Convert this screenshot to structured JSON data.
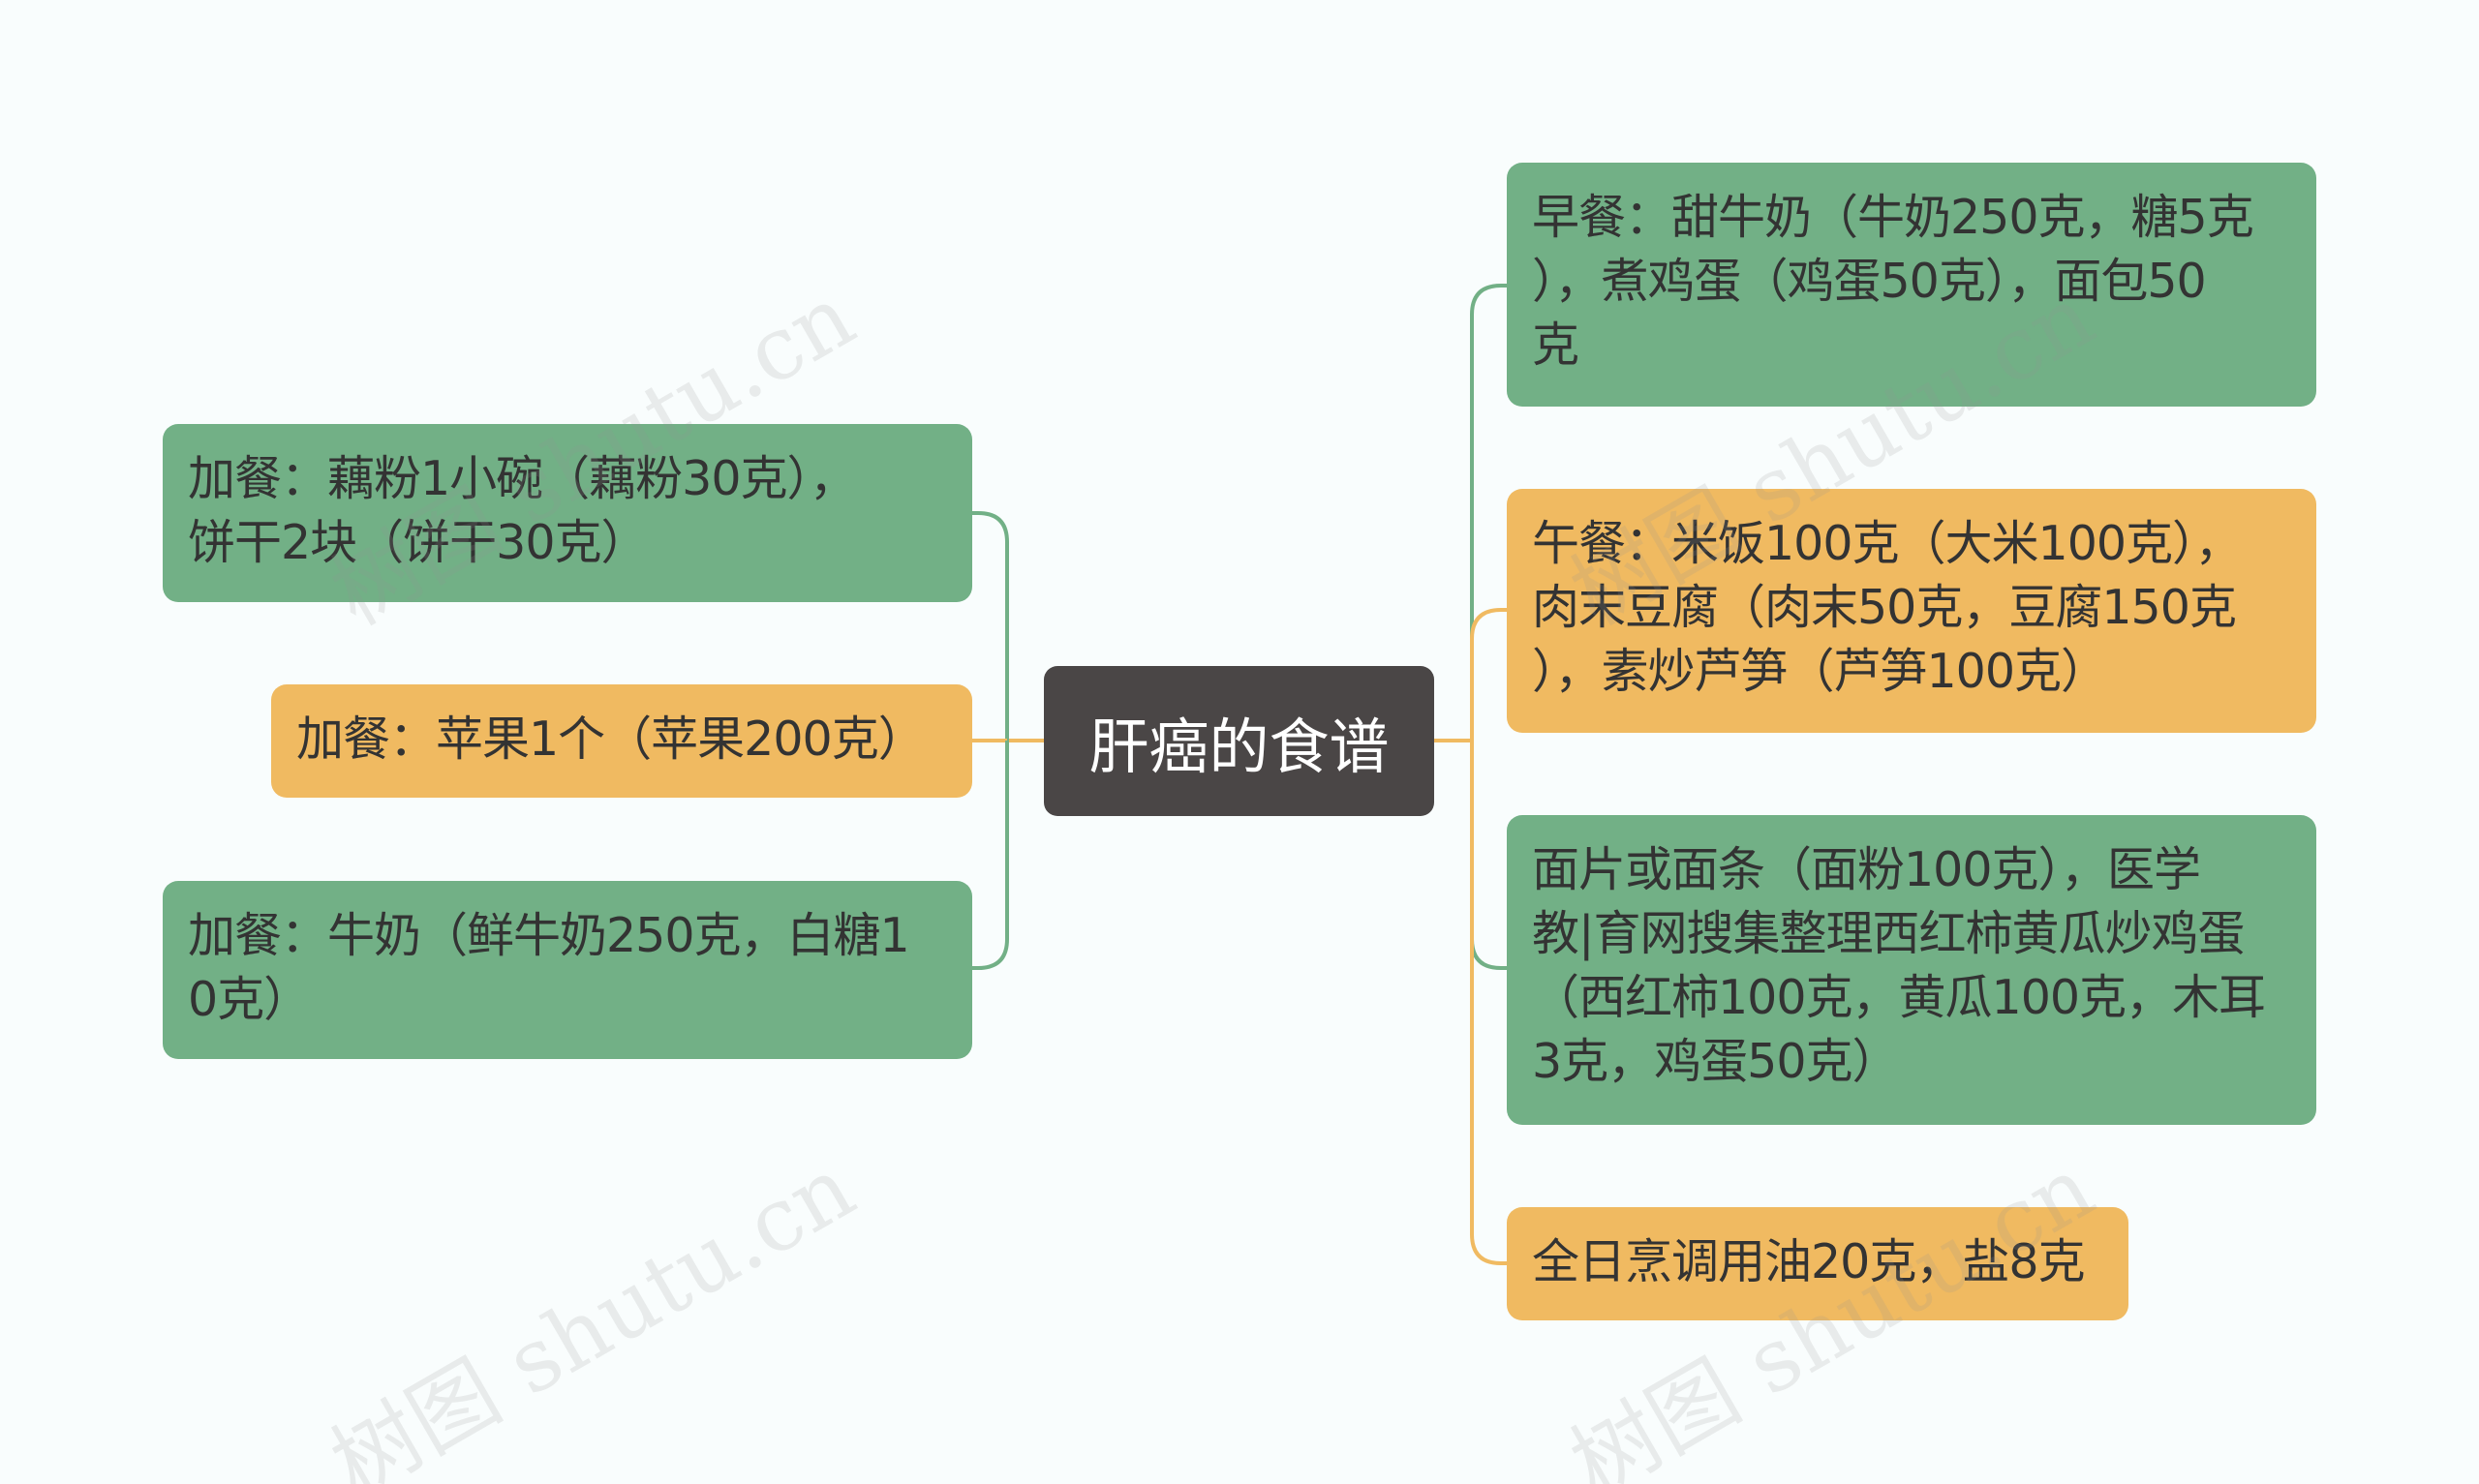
{
  "center_label": "肝癌的食谱",
  "colors": {
    "green": "#72b086",
    "orange": "#f0ba61",
    "center": "#4a4646",
    "link_green": "#72b086",
    "link_orange": "#f0ba61"
  },
  "left_nodes": [
    {
      "text": "加餐：藕粉1小碗（藕粉30克），\n饼干2块（饼干30克）",
      "color": "green"
    },
    {
      "text": "加餐：苹果1个（苹果200克）",
      "color": "orange"
    },
    {
      "text": "加餐：牛奶（鲜牛奶250克，白糖1\n0克）",
      "color": "green"
    }
  ],
  "right_nodes": [
    {
      "text": "早餐：甜牛奶（牛奶250克，糖5克\n），煮鸡蛋（鸡蛋50克），面包50\n克",
      "color": "green"
    },
    {
      "text": "午餐：米饭100克（大米100克），\n肉末豆腐（肉末50克，豆腐150克\n），素炒芦笋（芦笋100克）",
      "color": "orange"
    },
    {
      "text": "面片或面条（面粉100克），医学\n教|育网搜集整理西红柿黄瓜炒鸡蛋\n（西红柿100克，黄瓜100克，木耳\n3克，鸡蛋50克）",
      "color": "green"
    },
    {
      "text": "全日烹调用油20克，盐8克",
      "color": "orange"
    }
  ],
  "watermark": "树图 shutu.cn"
}
